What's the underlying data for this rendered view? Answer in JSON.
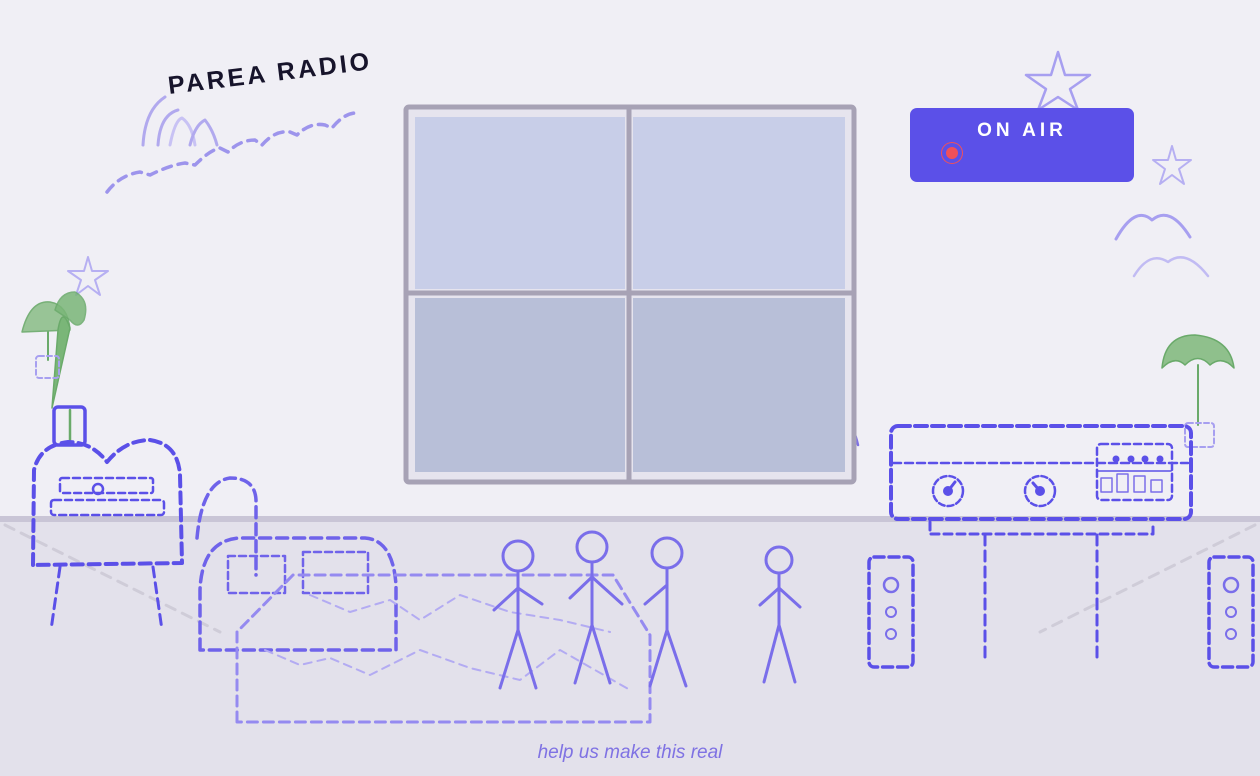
{
  "title": "PAREA RADIO",
  "on_air": {
    "label": "ON AIR",
    "indicator_color": "#f0505a",
    "color": "#5b50e8"
  },
  "cta": "help us make this real",
  "colors": {
    "background": "#f0eff5",
    "floor": "#e3e1eb",
    "accent": "#5b50e8",
    "plant": "#6aaa6a"
  }
}
